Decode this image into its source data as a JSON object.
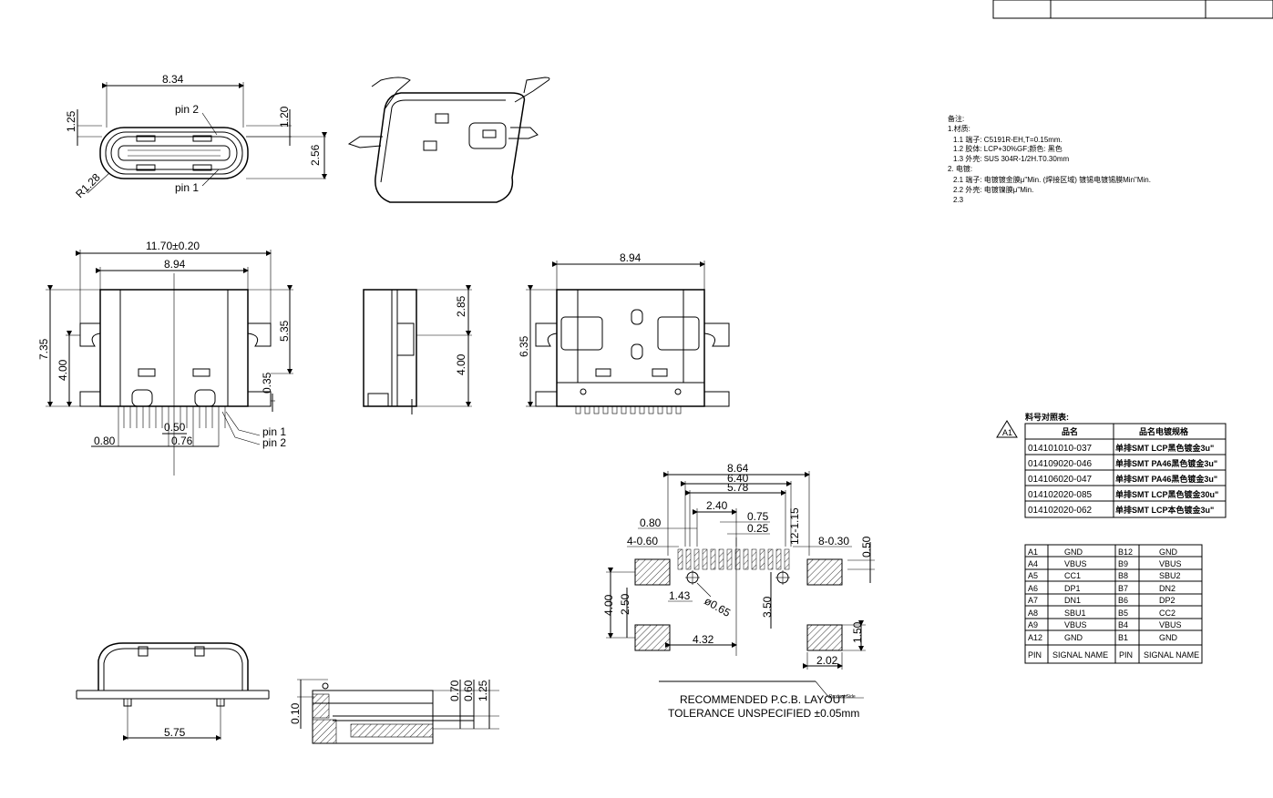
{
  "top_view": {
    "width_dim": "8.34",
    "pin2_label": "pin 2",
    "pin1_label": "pin 1",
    "dim_left": "1.25",
    "dim_right_a": "1.20",
    "dim_right_b": "2.56",
    "radius": "R1.28"
  },
  "front_view": {
    "total_width": "11.70±0.20",
    "body_width": "8.94",
    "height": "7.35",
    "height_b": "4.00",
    "right_a": "5.35",
    "right_b": "0.35",
    "pitch_a": "0.50",
    "pitch_b": "0.76",
    "pitch_c": "0.80",
    "pin1": "pin 1",
    "pin2": "pin 2"
  },
  "side_view": {
    "dim_a": "2.85",
    "dim_b": "4.00"
  },
  "bottom_view": {
    "width": "8.94",
    "height": "6.35"
  },
  "pcb_layout": {
    "d1": "8.64",
    "d2": "6.40",
    "d3": "5.78",
    "d4": "2.40",
    "d5": "0.75",
    "d6": "0.25",
    "d7": "0.80",
    "d8": "4-0.60",
    "d9": "12-1.15",
    "d10": "8-0.30",
    "d11": "0.50",
    "d12": "4.00",
    "d13": "2.50",
    "d14": "1.43",
    "d15": "ø0.65",
    "d16": "3.50",
    "d17": "4.32",
    "d18": "1.50",
    "d19": "2.02",
    "caption1": "RECOMMENDED   P.C.B.  LAYOUT",
    "caption2": "TOLERANCE  UNSPECIFIED  ±0.05mm",
    "product_side": "Product Side"
  },
  "rear_view": {
    "width": "5.75"
  },
  "section_view": {
    "d1": "0.10",
    "d2": "0.70",
    "d3": "0.60",
    "d4": "1.25"
  },
  "notes": {
    "title": "备注:",
    "l1": "1.材质:",
    "l2": "1.1  端子:  C5191R-EH,T=0.15mm.",
    "l3": "1.2  胶体:  LCP+30%GF;颜色: 黑色",
    "l4": "1.3  外壳:   SUS  304R-1/2H.T0.30mm",
    "l5": "2.  电镀:",
    "l6": "2.1 端子:  电镀镀金膜μ\"Min.  (焊接区域) 镀锡电镀锡膜Min\"Min.",
    "l7": "2.2 外壳:  电镀镍膜μ\"Min.",
    "l8": "2.3"
  },
  "part_table": {
    "title": "料号对照表:",
    "rev": "A1",
    "headers": [
      "品名",
      "品名电镀规格"
    ],
    "rows": [
      [
        "014101010-037",
        "单排SMT LCP黑色镀金3u\""
      ],
      [
        "014109020-046",
        "单排SMT PA46黑色镀金3u\""
      ],
      [
        "014106020-047",
        "单排SMT PA46黑色镀金3u\""
      ],
      [
        "014102020-085",
        "单排SMT LCP黑色镀金30u\""
      ],
      [
        "014102020-062",
        "单排SMT LCP本色镀金3u\""
      ]
    ]
  },
  "pin_table": {
    "rows": [
      [
        "A1",
        "GND",
        "B12",
        "GND"
      ],
      [
        "A4",
        "VBUS",
        "B9",
        "VBUS"
      ],
      [
        "A5",
        "CC1",
        "B8",
        "SBU2"
      ],
      [
        "A6",
        "DP1",
        "B7",
        "DN2"
      ],
      [
        "A7",
        "DN1",
        "B6",
        "DP2"
      ],
      [
        "A8",
        "SBU1",
        "B5",
        "CC2"
      ],
      [
        "A9",
        "VBUS",
        "B4",
        "VBUS"
      ],
      [
        "A12",
        "GND",
        "B1",
        "GND"
      ]
    ],
    "footer": [
      "PIN",
      "SIGNAL NAME",
      "PIN",
      "SIGNAL NAME"
    ]
  }
}
